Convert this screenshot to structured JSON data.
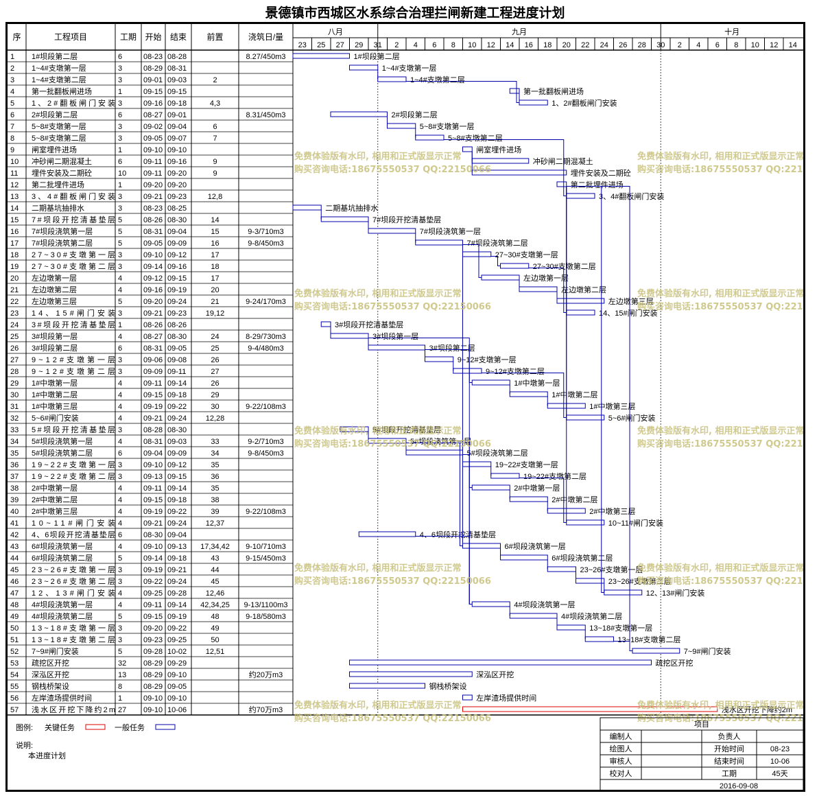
{
  "title": "景德镇市西城区水系综合治理拦闸新建工程进度计划",
  "columns": [
    "序",
    "工程项目",
    "工期",
    "开始",
    "结束",
    "前置",
    "浇筑日/量"
  ],
  "months": [
    "八月",
    "九月",
    "十月"
  ],
  "days": [
    "23",
    "25",
    "27",
    "29",
    "31",
    "2",
    "4",
    "6",
    "8",
    "10",
    "12",
    "14",
    "16",
    "18",
    "20",
    "22",
    "24",
    "26",
    "28",
    "30",
    "2",
    "4",
    "6",
    "8",
    "10",
    "12",
    "14"
  ],
  "tasks": [
    {
      "id": "1",
      "name": "1#坝段第二层",
      "dur": "6",
      "start": "08-23",
      "end": "08-28",
      "pred": "",
      "pour": "8.27/450m3",
      "label": "1#坝段第二层"
    },
    {
      "id": "2",
      "name": "1~4#支墩第一层",
      "dur": "3",
      "start": "08-29",
      "end": "08-31",
      "pred": "",
      "pour": "",
      "label": "1~4#支墩第一层"
    },
    {
      "id": "3",
      "name": "1~4#支墩第二层",
      "dur": "3",
      "start": "09-01",
      "end": "09-03",
      "pred": "2",
      "pour": "",
      "label": "1~4#支墩第二层"
    },
    {
      "id": "4",
      "name": "第一批翻板闸进场",
      "dur": "1",
      "start": "09-15",
      "end": "09-15",
      "pred": "",
      "pour": "",
      "label": "第一批翻板闸进场"
    },
    {
      "id": "5",
      "name": "1、2#翻板闸门安装",
      "dur": "3",
      "start": "09-16",
      "end": "09-18",
      "pred": "4,3",
      "pour": "",
      "label": "1、2#翻板闸门安装"
    },
    {
      "id": "6",
      "name": "2#坝段第二层",
      "dur": "6",
      "start": "08-27",
      "end": "09-01",
      "pred": "",
      "pour": "8.31/450m3",
      "label": "2#坝段第二层"
    },
    {
      "id": "7",
      "name": "5~8#支墩第一层",
      "dur": "3",
      "start": "09-02",
      "end": "09-04",
      "pred": "6",
      "pour": "",
      "label": "5~8#支墩第一层"
    },
    {
      "id": "8",
      "name": "5~8#支墩第二层",
      "dur": "3",
      "start": "09-05",
      "end": "09-07",
      "pred": "7",
      "pour": "",
      "label": "5~8#支墩第二层"
    },
    {
      "id": "9",
      "name": "闸室埋件进场",
      "dur": "1",
      "start": "09-10",
      "end": "09-10",
      "pred": "",
      "pour": "",
      "label": "闸室埋件进场"
    },
    {
      "id": "10",
      "name": "冲砂闸二期混凝土",
      "dur": "6",
      "start": "09-11",
      "end": "09-16",
      "pred": "9",
      "pour": "",
      "label": "冲砂闸二期混凝土"
    },
    {
      "id": "11",
      "name": "埋件安装及二期砼",
      "dur": "10",
      "start": "09-11",
      "end": "09-20",
      "pred": "9",
      "pour": "",
      "label": "埋件安装及二期砼"
    },
    {
      "id": "12",
      "name": "第二批埋件进场",
      "dur": "1",
      "start": "09-20",
      "end": "09-20",
      "pred": "",
      "pour": "",
      "label": "第二批埋件进场"
    },
    {
      "id": "13",
      "name": "3、4#翻板闸门安装",
      "dur": "3",
      "start": "09-21",
      "end": "09-23",
      "pred": "12,8",
      "pour": "",
      "label": "3、4#翻板闸门安装"
    },
    {
      "id": "14",
      "name": "二期基坑抽排水",
      "dur": "3",
      "start": "08-23",
      "end": "08-25",
      "pred": "",
      "pour": "",
      "label": "二期基坑抽排水"
    },
    {
      "id": "15",
      "name": "7#坝段开挖清基垫层",
      "dur": "5",
      "start": "08-26",
      "end": "08-30",
      "pred": "14",
      "pour": "",
      "label": "7#坝段开挖清基垫层"
    },
    {
      "id": "16",
      "name": "7#坝段浇筑第一层",
      "dur": "5",
      "start": "08-31",
      "end": "09-04",
      "pred": "15",
      "pour": "9-3/710m3",
      "label": "7#坝段浇筑第一层"
    },
    {
      "id": "17",
      "name": "7#坝段浇筑第二层",
      "dur": "5",
      "start": "09-05",
      "end": "09-09",
      "pred": "16",
      "pour": "9-8/450m3",
      "label": "7#坝段浇筑第二层"
    },
    {
      "id": "18",
      "name": "27~30#支墩第一层",
      "dur": "3",
      "start": "09-10",
      "end": "09-12",
      "pred": "17",
      "pour": "",
      "label": "27~30#支墩第一层"
    },
    {
      "id": "19",
      "name": "27~30#支墩第二层",
      "dur": "3",
      "start": "09-14",
      "end": "09-16",
      "pred": "18",
      "pour": "",
      "label": "27~30#支墩第二层"
    },
    {
      "id": "20",
      "name": "左边墩第一层",
      "dur": "4",
      "start": "09-12",
      "end": "09-15",
      "pred": "17",
      "pour": "",
      "label": "左边墩第一层"
    },
    {
      "id": "21",
      "name": "左边墩第二层",
      "dur": "4",
      "start": "09-16",
      "end": "09-19",
      "pred": "20",
      "pour": "",
      "label": "左边墩第二层"
    },
    {
      "id": "22",
      "name": "左边墩第三层",
      "dur": "5",
      "start": "09-20",
      "end": "09-24",
      "pred": "21",
      "pour": "9-24/170m3",
      "label": "左边墩第三层"
    },
    {
      "id": "23",
      "name": "14、15#闸门安装",
      "dur": "3",
      "start": "09-21",
      "end": "09-23",
      "pred": "19,12",
      "pour": "",
      "label": "14、15#闸门安装"
    },
    {
      "id": "24",
      "name": "3#坝段开挖清基垫层",
      "dur": "1",
      "start": "08-26",
      "end": "08-26",
      "pred": "",
      "pour": "",
      "label": "3#坝段开挖清基垫层"
    },
    {
      "id": "25",
      "name": "3#坝段第一层",
      "dur": "4",
      "start": "08-27",
      "end": "08-30",
      "pred": "24",
      "pour": "8-29/730m3",
      "label": "3#坝段第一层"
    },
    {
      "id": "26",
      "name": "3#坝段第二层",
      "dur": "6",
      "start": "08-31",
      "end": "09-05",
      "pred": "25",
      "pour": "9-4/480m3",
      "label": "3#坝段第二层"
    },
    {
      "id": "27",
      "name": "9~12#支墩第一层",
      "dur": "3",
      "start": "09-06",
      "end": "09-08",
      "pred": "26",
      "pour": "",
      "label": "9~12#支墩第一层"
    },
    {
      "id": "28",
      "name": "9~12#支墩第二层",
      "dur": "3",
      "start": "09-09",
      "end": "09-11",
      "pred": "27",
      "pour": "",
      "label": "9~12#支墩第二层"
    },
    {
      "id": "29",
      "name": "1#中墩第一层",
      "dur": "4",
      "start": "09-11",
      "end": "09-14",
      "pred": "26",
      "pour": "",
      "label": "1#中墩第一层"
    },
    {
      "id": "30",
      "name": "1#中墩第二层",
      "dur": "4",
      "start": "09-15",
      "end": "09-18",
      "pred": "29",
      "pour": "",
      "label": "1#中墩第二层"
    },
    {
      "id": "31",
      "name": "1#中墩第三层",
      "dur": "4",
      "start": "09-19",
      "end": "09-22",
      "pred": "30",
      "pour": "9-22/108m3",
      "label": "1#中墩第三层"
    },
    {
      "id": "32",
      "name": "5~6#闸门安装",
      "dur": "4",
      "start": "09-21",
      "end": "09-24",
      "pred": "12,28",
      "pour": "",
      "label": "5~6#闸门安装"
    },
    {
      "id": "33",
      "name": "5#坝段开挖清基垫层",
      "dur": "3",
      "start": "08-28",
      "end": "08-30",
      "pred": "",
      "pour": "",
      "label": "5#坝段开挖清基垫层"
    },
    {
      "id": "34",
      "name": "5#坝段浇筑第一层",
      "dur": "4",
      "start": "08-31",
      "end": "09-03",
      "pred": "33",
      "pour": "9-2/710m3",
      "label": "5#坝段浇筑第一层"
    },
    {
      "id": "35",
      "name": "5#坝段浇筑第二层",
      "dur": "6",
      "start": "09-04",
      "end": "09-09",
      "pred": "34",
      "pour": "9-8/450m3",
      "label": "5#坝段浇筑第二层"
    },
    {
      "id": "36",
      "name": "19~22#支墩第一层",
      "dur": "3",
      "start": "09-10",
      "end": "09-12",
      "pred": "35",
      "pour": "",
      "label": "19~22#支墩第一层"
    },
    {
      "id": "37",
      "name": "19~22#支墩第二层",
      "dur": "3",
      "start": "09-13",
      "end": "09-15",
      "pred": "36",
      "pour": "",
      "label": "19~22#支墩第二层"
    },
    {
      "id": "38",
      "name": "2#中墩第一层",
      "dur": "4",
      "start": "09-11",
      "end": "09-14",
      "pred": "35",
      "pour": "",
      "label": "2#中墩第一层"
    },
    {
      "id": "39",
      "name": "2#中墩第二层",
      "dur": "4",
      "start": "09-15",
      "end": "09-18",
      "pred": "38",
      "pour": "",
      "label": "2#中墩第二层"
    },
    {
      "id": "40",
      "name": "2#中墩第三层",
      "dur": "4",
      "start": "09-19",
      "end": "09-22",
      "pred": "39",
      "pour": "9-22/108m3",
      "label": "2#中墩第三层"
    },
    {
      "id": "41",
      "name": "10~11#闸门安装",
      "dur": "4",
      "start": "09-21",
      "end": "09-24",
      "pred": "12,37",
      "pour": "",
      "label": "10~11#闸门安装"
    },
    {
      "id": "42",
      "name": "4、6坝段开挖清基垫层",
      "dur": "6",
      "start": "08-30",
      "end": "09-04",
      "pred": "",
      "pour": "",
      "label": "4、6坝段开挖清基垫层"
    },
    {
      "id": "43",
      "name": "6#坝段浇筑第一层",
      "dur": "4",
      "start": "09-10",
      "end": "09-13",
      "pred": "17,34,42",
      "pour": "9-10/710m3",
      "label": "6#坝段浇筑第一层"
    },
    {
      "id": "44",
      "name": "6#坝段浇筑第二层",
      "dur": "5",
      "start": "09-14",
      "end": "09-18",
      "pred": "43",
      "pour": "9-15/450m3",
      "label": "6#坝段浇筑第二层"
    },
    {
      "id": "45",
      "name": "23~26#支墩第一层",
      "dur": "3",
      "start": "09-19",
      "end": "09-21",
      "pred": "44",
      "pour": "",
      "label": "23~26#支墩第一层"
    },
    {
      "id": "46",
      "name": "23~26#支墩第二层",
      "dur": "3",
      "start": "09-22",
      "end": "09-24",
      "pred": "45",
      "pour": "",
      "label": "23~26#支墩第二层"
    },
    {
      "id": "47",
      "name": "12、13#闸门安装",
      "dur": "4",
      "start": "09-25",
      "end": "09-28",
      "pred": "12,46",
      "pour": "",
      "label": "12、13#闸门安装"
    },
    {
      "id": "48",
      "name": "4#坝段浇筑第一层",
      "dur": "4",
      "start": "09-11",
      "end": "09-14",
      "pred": "42,34,25",
      "pour": "9-13/1100m3",
      "label": "4#坝段浇筑第一层"
    },
    {
      "id": "49",
      "name": "4#坝段浇筑第二层",
      "dur": "5",
      "start": "09-15",
      "end": "09-19",
      "pred": "48",
      "pour": "9-18/580m3",
      "label": "4#坝段浇筑第二层"
    },
    {
      "id": "50",
      "name": "13~18#支墩第一层",
      "dur": "3",
      "start": "09-20",
      "end": "09-22",
      "pred": "49",
      "pour": "",
      "label": "13~18#支墩第一层"
    },
    {
      "id": "51",
      "name": "13~18#支墩第二层",
      "dur": "3",
      "start": "09-23",
      "end": "09-25",
      "pred": "50",
      "pour": "",
      "label": "13~18#支墩第二层"
    },
    {
      "id": "52",
      "name": "7~9#闸门安装",
      "dur": "5",
      "start": "09-28",
      "end": "10-02",
      "pred": "12,51",
      "pour": "",
      "label": "7~9#闸门安装"
    },
    {
      "id": "53",
      "name": "疏挖区开挖",
      "dur": "32",
      "start": "08-29",
      "end": "09-29",
      "pred": "",
      "pour": "",
      "label": "疏挖区开挖"
    },
    {
      "id": "54",
      "name": "深泓区开挖",
      "dur": "13",
      "start": "08-29",
      "end": "09-10",
      "pred": "",
      "pour": "约20万m3",
      "label": "深泓区开挖"
    },
    {
      "id": "55",
      "name": "钢栈桥架设",
      "dur": "8",
      "start": "08-29",
      "end": "09-05",
      "pred": "",
      "pour": "",
      "label": "钢栈桥架设"
    },
    {
      "id": "56",
      "name": "左岸渣场提供时间",
      "dur": "1",
      "start": "09-10",
      "end": "09-10",
      "pred": "",
      "pour": "",
      "label": "左岸渣场提供时间"
    },
    {
      "id": "57",
      "name": "浅水区开挖下降约2m",
      "dur": "27",
      "start": "09-10",
      "end": "10-06",
      "pred": "",
      "pour": "约70万m3",
      "label": "浅水区开挖下降约2m"
    }
  ],
  "legend": {
    "title": "图例:",
    "critical": "关键任务",
    "normal": "一般任务"
  },
  "note": {
    "title": "说明:",
    "text": "本进度计划"
  },
  "info": {
    "header": "项目",
    "rows": [
      [
        "编制人",
        "",
        "负责人",
        ""
      ],
      [
        "绘图人",
        "",
        "开始时间",
        "08-23"
      ],
      [
        "审核人",
        "",
        "结束时间",
        "10-06"
      ],
      [
        "校对人",
        "",
        "工期",
        "45天"
      ]
    ],
    "date": "2016-09-08"
  },
  "watermark": {
    "line1": "免费体验版有水印, 相用和正式版显示正常",
    "line2": "购买咨询电话:18675550537 QQ:22150066"
  },
  "colors": {
    "bar": "#0000aa",
    "critical": "#dd0000",
    "watermark": "#c8c07a"
  }
}
